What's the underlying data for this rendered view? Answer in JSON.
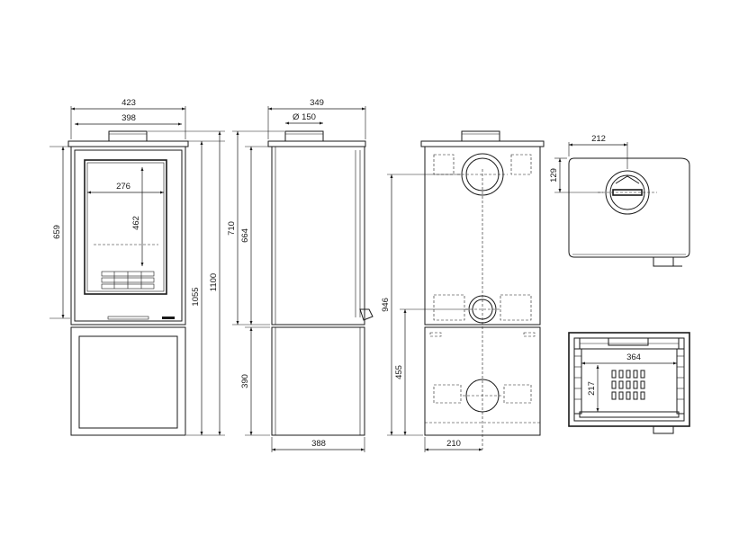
{
  "dimensions": {
    "front_width_outer": "423",
    "front_width_inner": "398",
    "front_glass_width": "276",
    "front_glass_height": "462",
    "front_door_height": "659",
    "front_height_body": "1055",
    "front_height_total": "1100",
    "side_depth_top": "349",
    "flue_diameter": "Ø 150",
    "side_height_710": "710",
    "side_height_664": "664",
    "side_base_height": "390",
    "side_depth_base": "388",
    "rear_height_946": "946",
    "rear_height_455": "455",
    "rear_width_210": "210",
    "top_offset_212": "212",
    "top_offset_129": "129",
    "section_width_364": "364",
    "section_height_217": "217"
  }
}
